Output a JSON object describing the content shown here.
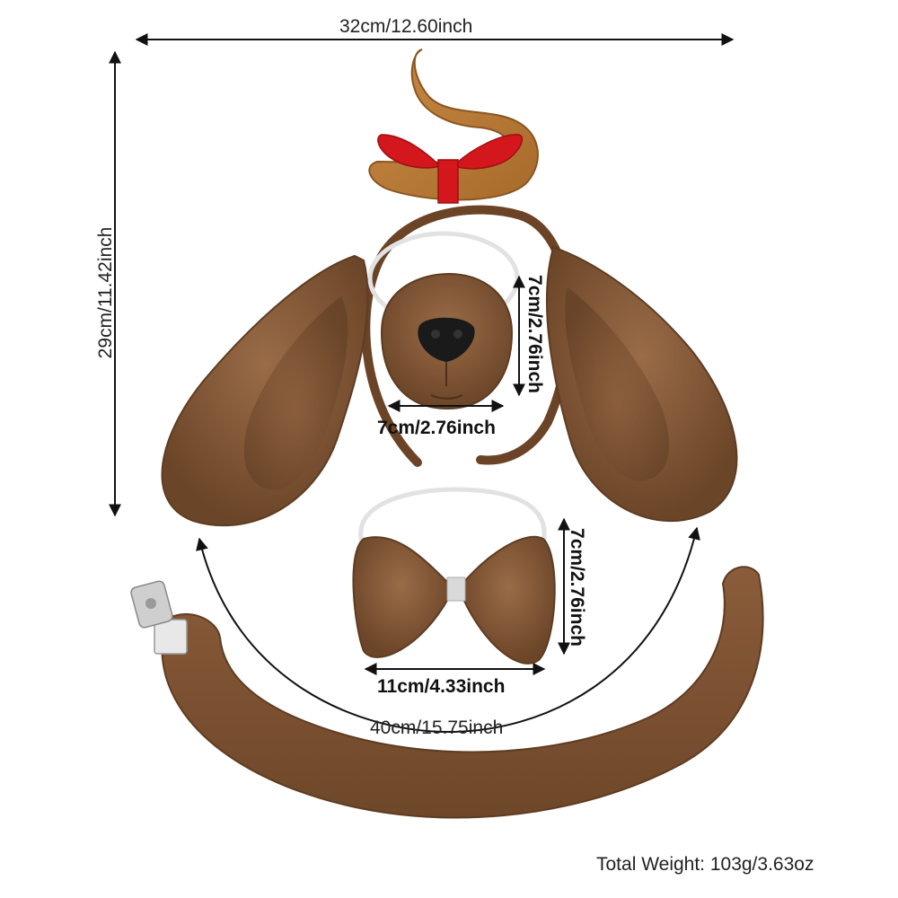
{
  "dimensions": {
    "overall_width": "32cm/12.60inch",
    "overall_height": "29cm/11.42inch",
    "nose_height": "7cm/2.76inch",
    "nose_width": "7cm/2.76inch",
    "bowtie_height": "7cm/2.76inch",
    "bowtie_width": "11cm/4.33inch",
    "tail_length": "40cm/15.75inch"
  },
  "weight": "Total Weight: 103g/3.63oz",
  "colors": {
    "fur": "#7a5236",
    "fur_light": "#9a6c48",
    "antler": "#b77a35",
    "ribbon": "#d4171c",
    "nose": "#1a1a1a",
    "background": "#ffffff"
  }
}
